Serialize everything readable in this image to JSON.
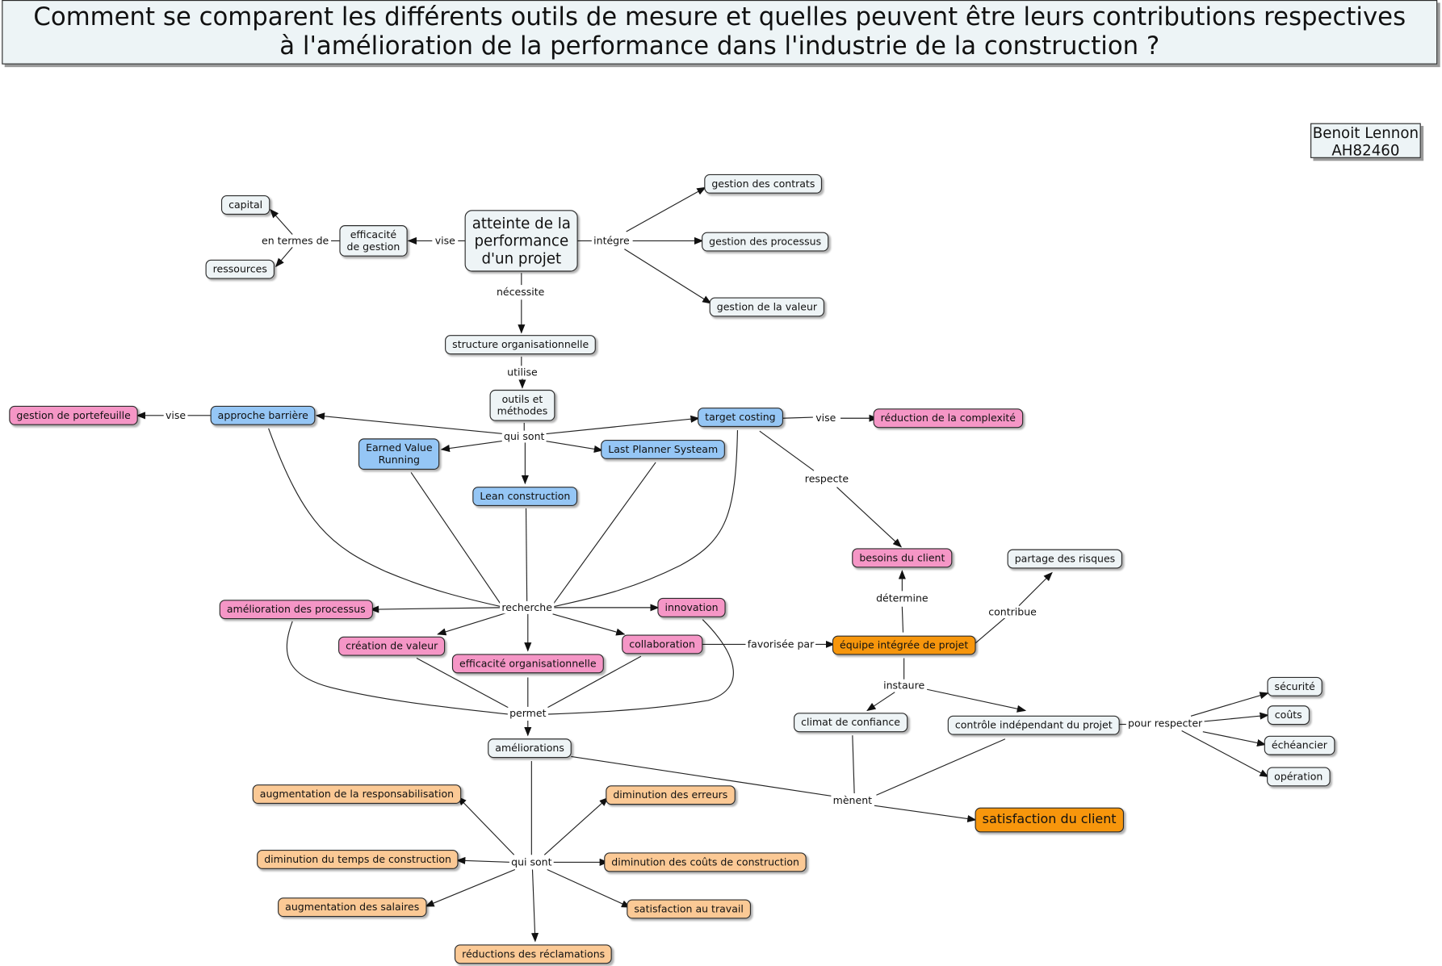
{
  "title": {
    "line1": "Comment se comparent les différents outils de mesure et quelles peuvent être leurs contributions respectives",
    "line2": "à l'amélioration de la performance dans l'industrie de la construction ?"
  },
  "author": {
    "name": "Benoit Lennon",
    "code": "AH82460"
  },
  "colors": {
    "light": "#eef4f6",
    "blue": "#95c6f5",
    "pink": "#f596c6",
    "orange": "#f7960c",
    "peach": "#fbc995"
  },
  "concepts": {
    "atteinte": "atteinte de la\nperformance\nd'un projet",
    "efficacite_gestion": "efficacité\nde gestion",
    "capital": "capital",
    "ressources": "ressources",
    "gestion_contrats": "gestion des contrats",
    "gestion_processus": "gestion des processus",
    "gestion_valeur": "gestion de la valeur",
    "structure": "structure organisationnelle",
    "outils": "outils et\nméthodes",
    "approche_barriere": "approche barrière",
    "gestion_portefeuille": "gestion de portefeuille",
    "target_costing": "target costing",
    "reduction_complexite": "réduction de la complexité",
    "earned_value": "Earned Value\nRunning",
    "last_planner": "Last Planner Systeam",
    "lean": "Lean construction",
    "besoins_client": "besoins du client",
    "partage_risques": "partage des risques",
    "amelioration_processus": "amélioration des processus",
    "innovation": "innovation",
    "creation_valeur": "création de valeur",
    "efficacite_org": "efficacité organisationnelle",
    "collaboration": "collaboration",
    "equipe": "équipe intégrée de projet",
    "climat": "climat de confiance",
    "controle": "contrôle indépendant du projet",
    "securite": "sécurité",
    "couts": "coûts",
    "echeancier": "échéancier",
    "operation": "opération",
    "ameliorations": "améliorations",
    "satisfaction_client": "satisfaction du client",
    "resp": "augmentation de la responsabilisation",
    "diminution_erreurs": "diminution des erreurs",
    "temps": "diminution du temps de construction",
    "couts_construction": "diminution des coûts de construction",
    "salaires": "augmentation des salaires",
    "satisfaction_travail": "satisfaction au travail",
    "reclamations": "réductions des réclamations"
  },
  "linking_phrases": {
    "vise_1": "vise",
    "en_termes_de": "en termes de",
    "integre": "intégre",
    "necessite": "nécessite",
    "utilise": "utilise",
    "qui_sont_1": "qui sont",
    "vise_2": "vise",
    "vise_3": "vise",
    "respecte": "respecte",
    "recherche": "recherche",
    "determine": "détermine",
    "contribue": "contribue",
    "favorisee_par": "favorisée par",
    "instaure": "instaure",
    "pour_respecter": "pour respecter",
    "permet": "permet",
    "menent": "mènent",
    "qui_sont_2": "qui sont"
  }
}
